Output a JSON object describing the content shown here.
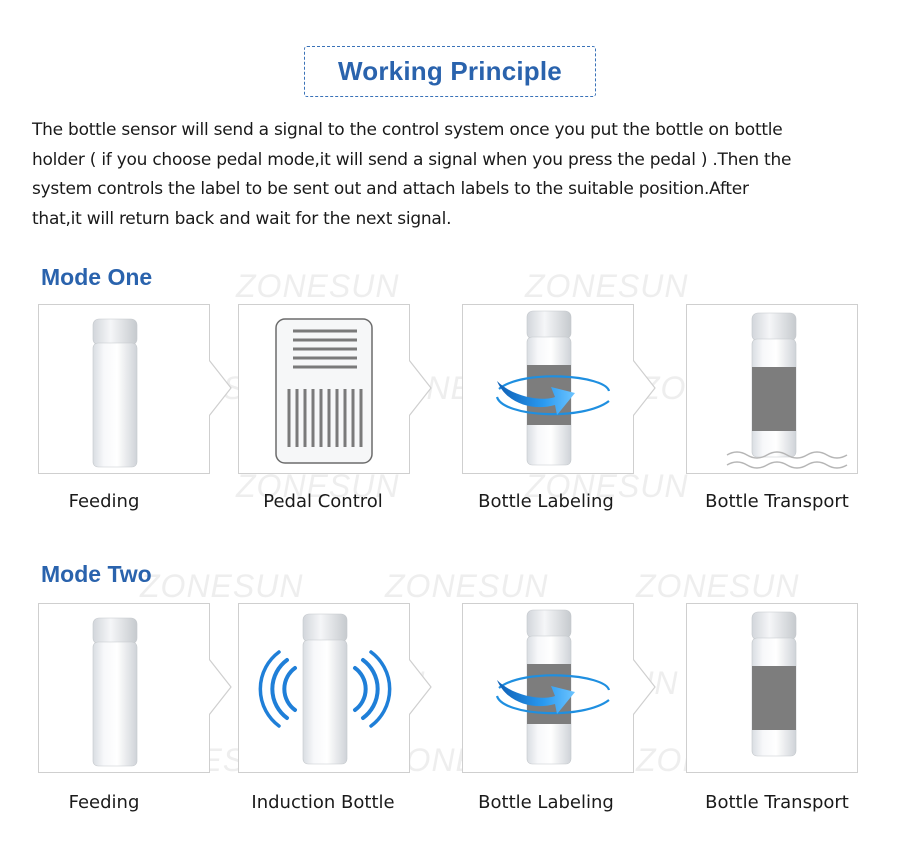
{
  "header": {
    "title": "Working Principle"
  },
  "intro": {
    "lines": [
      "The bottle sensor will send a signal to the control system once you put the bottle on bottle",
      "holder ( if you choose pedal mode,it will send a signal when you press the pedal ) .Then the",
      "system controls the label to be sent out and attach labels to the suitable position.After",
      "that,it will return back and wait for the next signal."
    ]
  },
  "watermark": {
    "text": "ZONESUN"
  },
  "modes": [
    {
      "heading": "Mode One",
      "steps": [
        {
          "label": "Feeding",
          "icon": "bottle-icon"
        },
        {
          "label": "Pedal Control",
          "icon": "pedal-icon"
        },
        {
          "label": "Bottle Labeling",
          "icon": "labeling-icon"
        },
        {
          "label": "Bottle Transport",
          "icon": "transport-icon"
        }
      ]
    },
    {
      "heading": "Mode Two",
      "steps": [
        {
          "label": "Feeding",
          "icon": "bottle-icon"
        },
        {
          "label": "Induction Bottle",
          "icon": "induction-icon"
        },
        {
          "label": "Bottle Labeling",
          "icon": "labeling-icon"
        },
        {
          "label": "Bottle Transport",
          "icon": "transport-icon"
        }
      ]
    }
  ],
  "colors": {
    "accent": "#2a63ad",
    "label_band": "#7d7d7d",
    "arrow_blue": "#1f8fe0"
  }
}
